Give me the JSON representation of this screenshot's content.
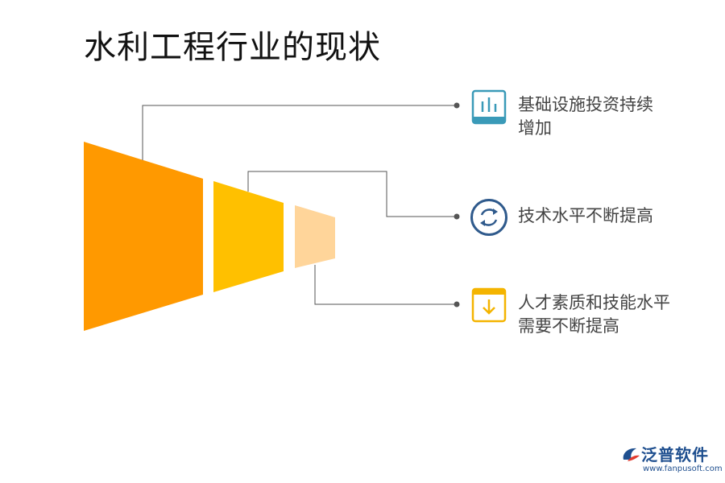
{
  "title": "水利工程行业的现状",
  "items": [
    {
      "line1": "基础设施投资持续",
      "line2": "增加",
      "icon": "bar-chart-icon",
      "color": "#3a9ab8"
    },
    {
      "line1": "技术水平不断提高",
      "line2": "",
      "icon": "refresh-icon",
      "color": "#2f5a8c"
    },
    {
      "line1": "人才素质和技能水平",
      "line2": "需要不断提高",
      "icon": "download-box-icon",
      "color": "#f4b400"
    }
  ],
  "colors": {
    "segment_1": "#ff9900",
    "segment_2": "#ffc000",
    "segment_3": "#ffd59a",
    "connector": "#555555"
  },
  "logo": {
    "name": "泛普软件",
    "url": "www.fanpusoft.com"
  }
}
